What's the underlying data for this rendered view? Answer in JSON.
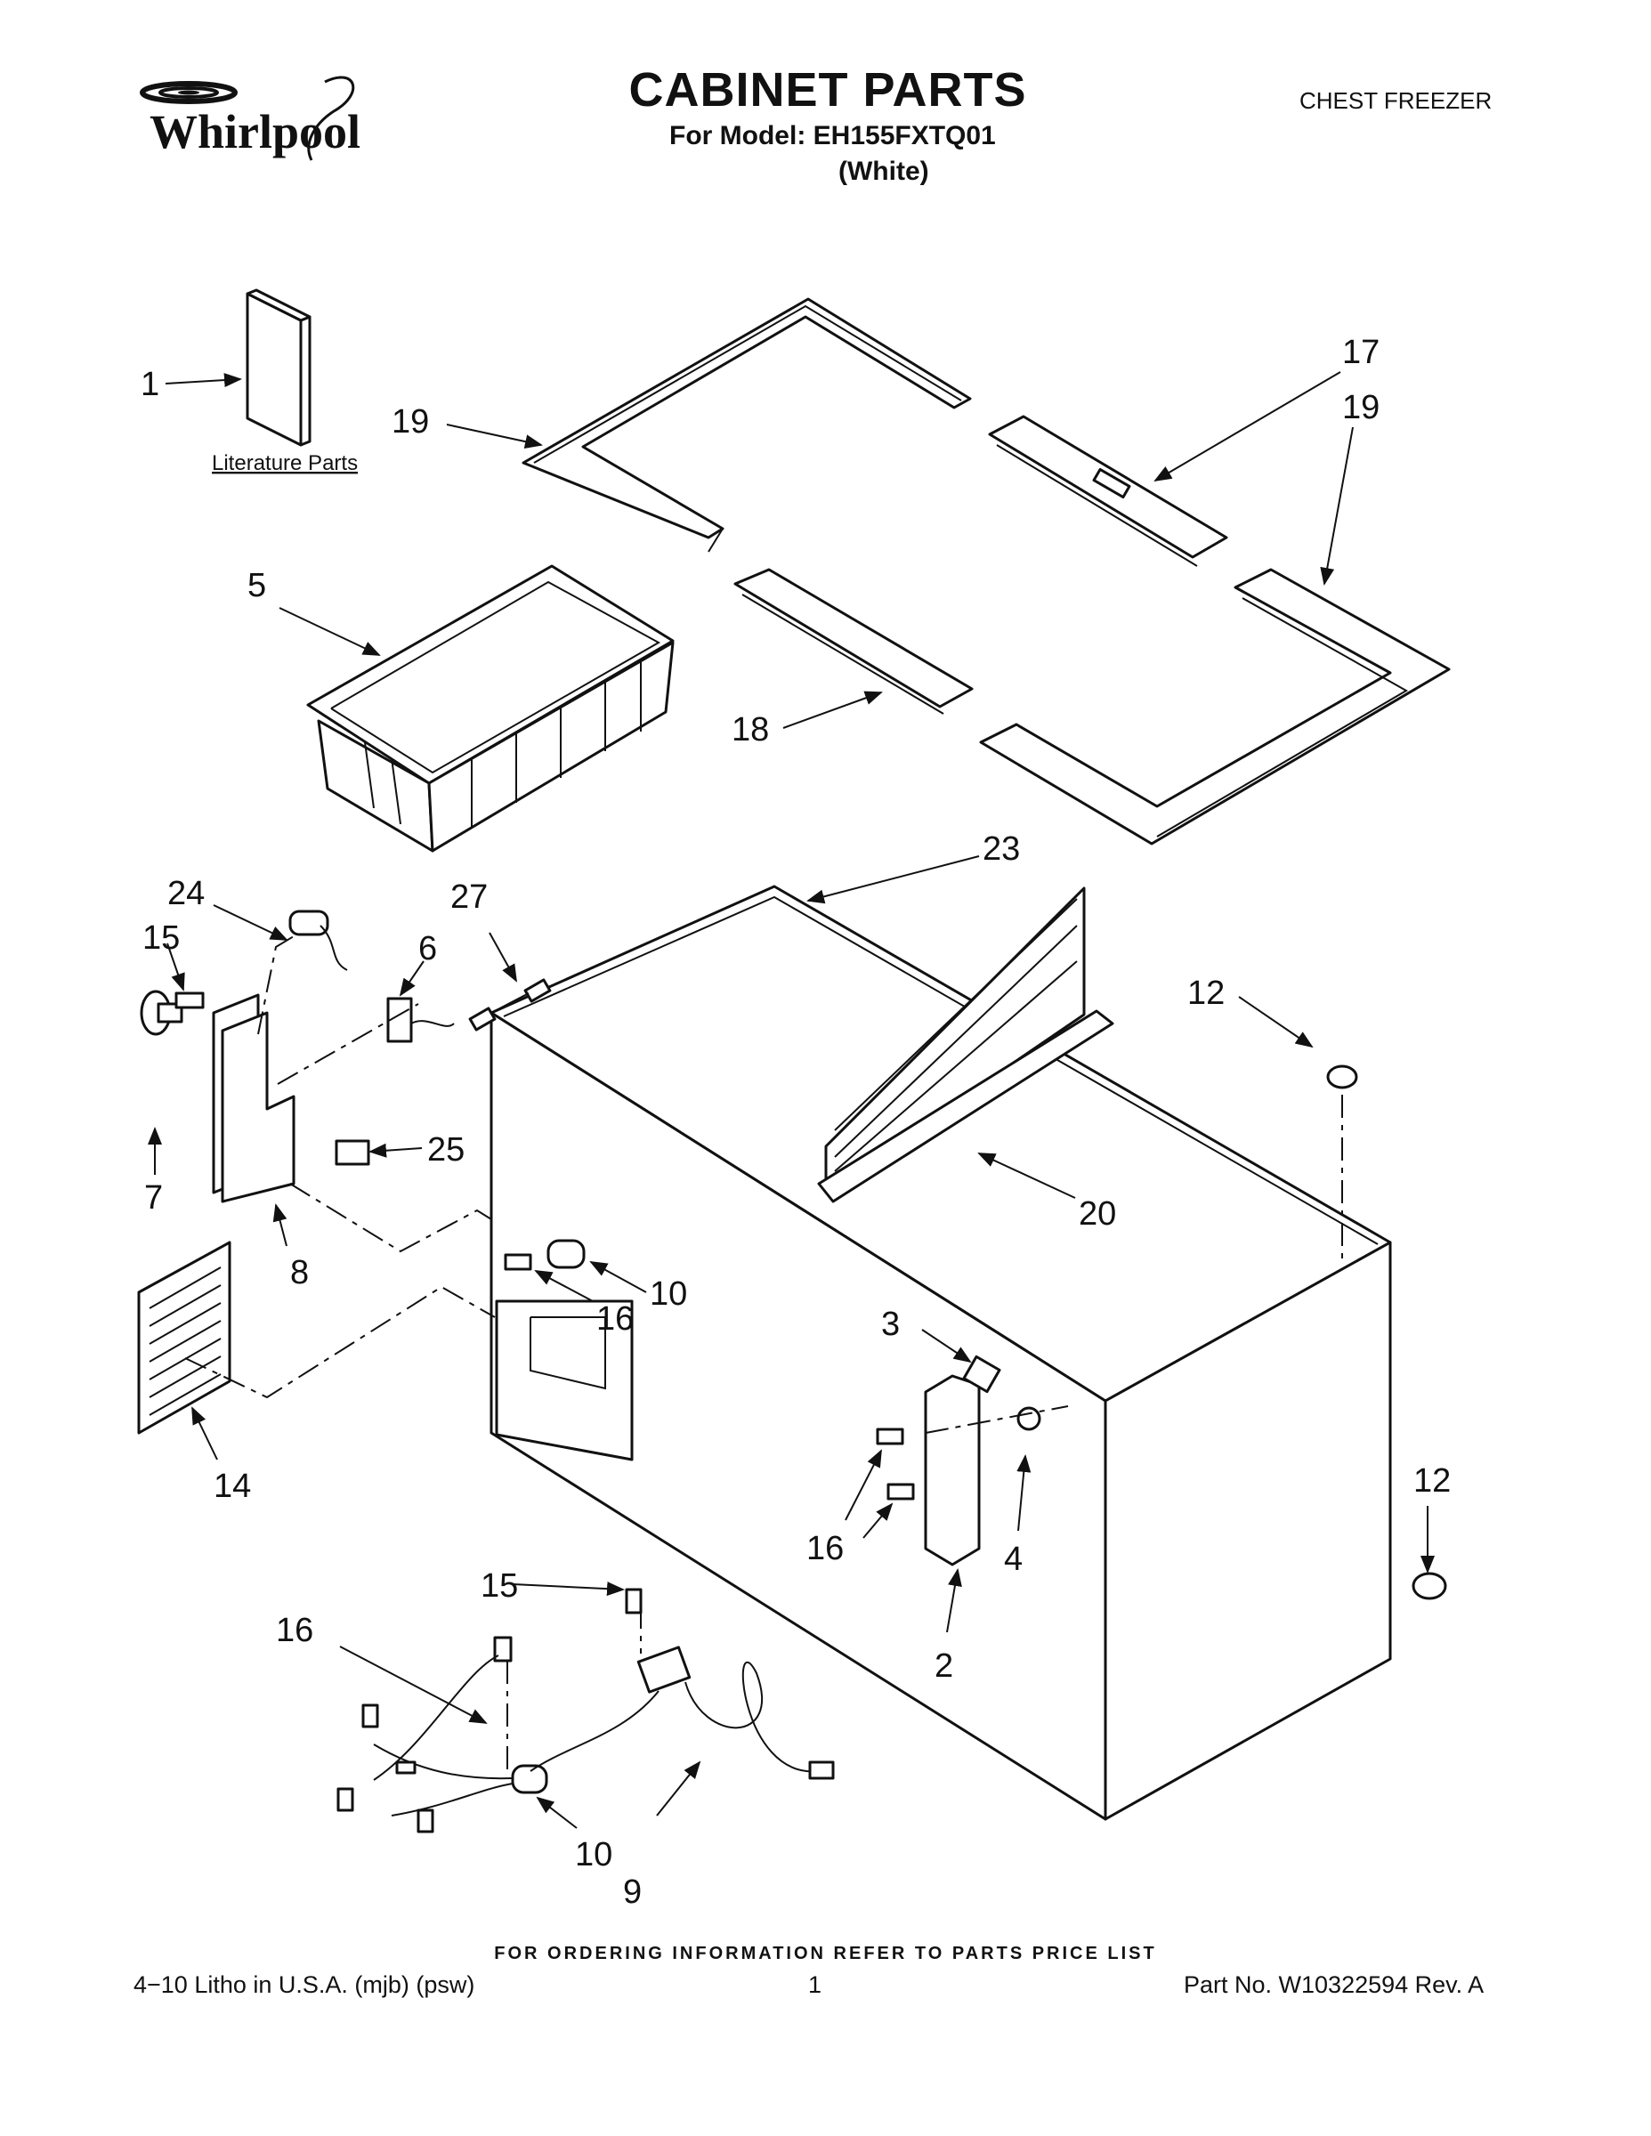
{
  "header": {
    "brand": "Whirlpool",
    "title": "CABINET PARTS",
    "model_line": "For Model: EH155FXTQ01",
    "color_line": "(White)",
    "category": "CHEST FREEZER"
  },
  "diagram": {
    "literature_label": "Literature Parts",
    "callouts": {
      "c1": "1",
      "c5": "5",
      "c19a": "19",
      "c17": "17",
      "c19b": "19",
      "c18": "18",
      "c23": "23",
      "c24": "24",
      "c15a": "15",
      "c27": "27",
      "c6": "6",
      "c12a": "12",
      "c25": "25",
      "c7": "7",
      "c8": "8",
      "c20": "20",
      "c10a": "10",
      "c16a": "16",
      "c3": "3",
      "c14": "14",
      "c12b": "12",
      "c4": "4",
      "c16b": "16",
      "c2": "2",
      "c15b": "15",
      "c16c": "16",
      "c10b": "10",
      "c9": "9"
    }
  },
  "footer": {
    "ordering": "FOR ORDERING INFORMATION REFER TO PARTS PRICE LIST",
    "litho": "4−10 Litho in U.S.A. (mjb) (psw)",
    "page": "1",
    "part_no": "Part No. W10322594 Rev. A"
  }
}
